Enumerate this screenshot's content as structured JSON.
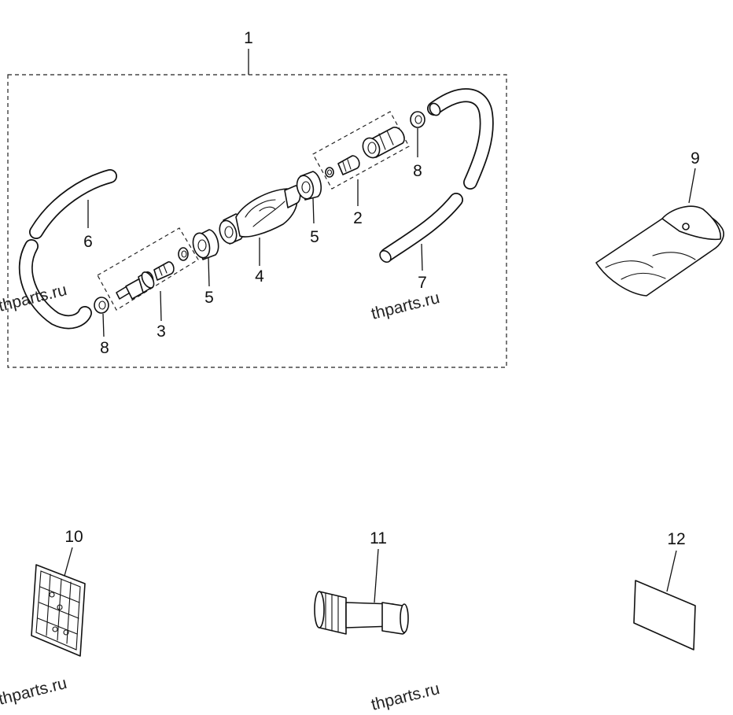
{
  "callouts": {
    "kit": "1",
    "connector_female": "2",
    "connector_male": "3",
    "primer_bulb": "4",
    "collar_left": "5",
    "collar_right": "5",
    "hose_left": "6",
    "hose_right": "7",
    "clip_left": "8",
    "clip_right": "8",
    "tool_bag": "9",
    "filter_screen": "10",
    "hose_adapter": "11",
    "label_card": "12"
  },
  "watermarks": [
    "thparts.ru",
    "thparts.ru",
    "thparts.ru",
    "thparts.ru"
  ],
  "colors": {
    "line": "#111111",
    "background": "#ffffff"
  }
}
